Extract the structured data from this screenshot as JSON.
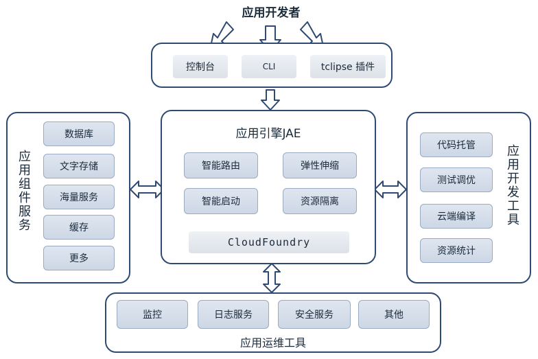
{
  "top_title": "应用开发者",
  "dev_tools_top": [
    "控制台",
    "CLI",
    "tclipse 插件"
  ],
  "engine": {
    "title": "应用引擎JAE",
    "features": [
      "智能路由",
      "弹性伸缩",
      "智能启动",
      "资源隔离"
    ],
    "base": "CloudFoundry"
  },
  "left_panel": {
    "title": "应用组件服务",
    "items": [
      "数据库",
      "文字存储",
      "海量服务",
      "缓存",
      "更多"
    ]
  },
  "right_panel": {
    "title": "应用开发工具",
    "items": [
      "代码托管",
      "测试调优",
      "云端编译",
      "资源统计"
    ]
  },
  "bottom_panel": {
    "title": "应用运维工具",
    "items": [
      "监控",
      "日志服务",
      "安全服务",
      "其他"
    ]
  },
  "colors": {
    "border": "#2e4a72",
    "chip_fill": "#d6deea"
  }
}
